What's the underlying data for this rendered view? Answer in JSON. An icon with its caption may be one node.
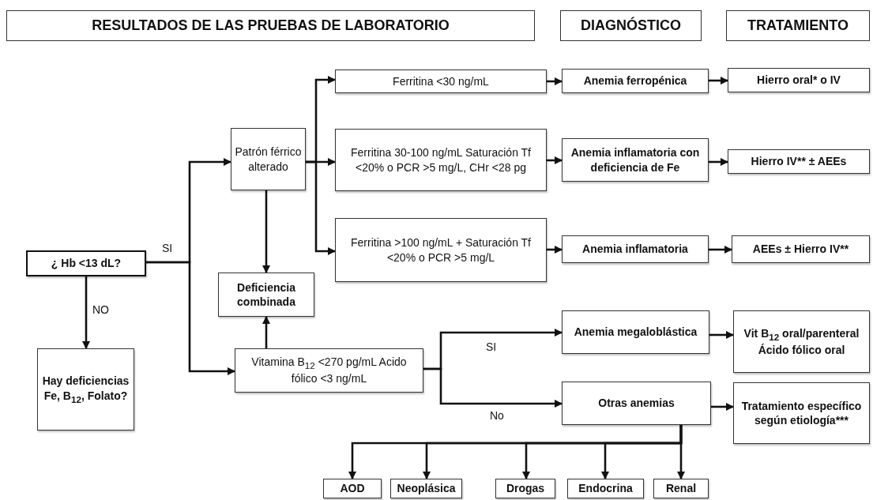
{
  "diagram": {
    "nodes": [
      {
        "text": [
          "RESULTADOS  DE LAS PRUEBAS DE LABORATORIO"
        ]
      },
      {
        "text": [
          "DIAGNÓSTICO"
        ]
      },
      {
        "text": [
          "TRATAMIENTO"
        ]
      },
      {
        "text": [
          "¿ Hb <13 dL?"
        ]
      },
      {
        "text": [
          "Hay deficiencias Fe, B$_{12}$, Folato?"
        ]
      },
      {
        "text": [
          "Patrón férrico alterado"
        ]
      },
      {
        "text": [
          "Deficiencia combinada"
        ]
      },
      {
        "text": [
          "Vitamina B$_{12}$  <270 pg/mL Acido fólico <3 ng/mL"
        ]
      },
      {
        "text": [
          "Ferritina <30 ng/mL"
        ]
      },
      {
        "text": [
          "Ferritina 30-100 ng/mL Saturación Tf <20% o PCR >5 mg/L, CHr <28 pg"
        ]
      },
      {
        "text": [
          "Ferritina >100 ng/mL + Saturación Tf <20% o PCR >5 mg/L"
        ]
      },
      {
        "text": [
          "Anemia ferropénica"
        ]
      },
      {
        "text": [
          "Anemia inflamatoria con deficiencia de Fe"
        ]
      },
      {
        "text": [
          "Anemia inflamatoria"
        ]
      },
      {
        "text": [
          "Anemia megaloblástica"
        ]
      },
      {
        "text": [
          "Otras anemias"
        ]
      },
      {
        "text": [
          "Hierro oral* o IV"
        ]
      },
      {
        "text": [
          "Hierro IV** ± AEEs"
        ]
      },
      {
        "text": [
          "AEEs ± Hierro IV**"
        ]
      },
      {
        "text": [
          "Vit B$_{12}$ oral/parenteral Ácido fólico oral"
        ]
      },
      {
        "text": [
          "Tratamiento específico según etiología***"
        ]
      },
      {
        "text": [
          "AOD"
        ]
      },
      {
        "text": [
          "Neoplásica"
        ]
      },
      {
        "text": [
          "Drogas"
        ]
      },
      {
        "text": [
          "Endocrina"
        ]
      },
      {
        "text": [
          "Renal"
        ]
      }
    ],
    "edges": [
      {
        "from": 3,
        "to": 5,
        "arrow": "to",
        "label": "SI"
      },
      {
        "from": 3,
        "to": 7,
        "arrow": "to"
      },
      {
        "from": 3,
        "to": 4,
        "arrow": "to",
        "label": "NO"
      },
      {
        "from": 5,
        "to": 6,
        "arrow": "to"
      },
      {
        "from": 7,
        "to": 6,
        "arrow": "to"
      },
      {
        "from": 5,
        "to": 8,
        "arrow": "to"
      },
      {
        "from": 5,
        "to": 9,
        "arrow": "to"
      },
      {
        "from": 5,
        "to": 10,
        "arrow": "to"
      },
      {
        "from": 8,
        "to": 11,
        "arrow": "to"
      },
      {
        "from": 9,
        "to": 12,
        "arrow": "to"
      },
      {
        "from": 10,
        "to": 13,
        "arrow": "to"
      },
      {
        "from": 11,
        "to": 16,
        "arrow": "to"
      },
      {
        "from": 12,
        "to": 17,
        "arrow": "to"
      },
      {
        "from": 13,
        "to": 18,
        "arrow": "to"
      },
      {
        "from": 7,
        "to": 14,
        "arrow": "to",
        "label": "SI"
      },
      {
        "from": 7,
        "to": 15,
        "arrow": "to",
        "label": "No"
      },
      {
        "from": 14,
        "to": 19,
        "arrow": "to"
      },
      {
        "from": 15,
        "to": 20,
        "arrow": "to"
      },
      {
        "from": 15,
        "to": 21,
        "arrow": "to"
      },
      {
        "from": 15,
        "to": 22,
        "arrow": "to"
      },
      {
        "from": 15,
        "to": 23,
        "arrow": "to"
      },
      {
        "from": 15,
        "to": 24,
        "arrow": "to"
      },
      {
        "from": 15,
        "to": 25,
        "arrow": "to"
      }
    ]
  }
}
